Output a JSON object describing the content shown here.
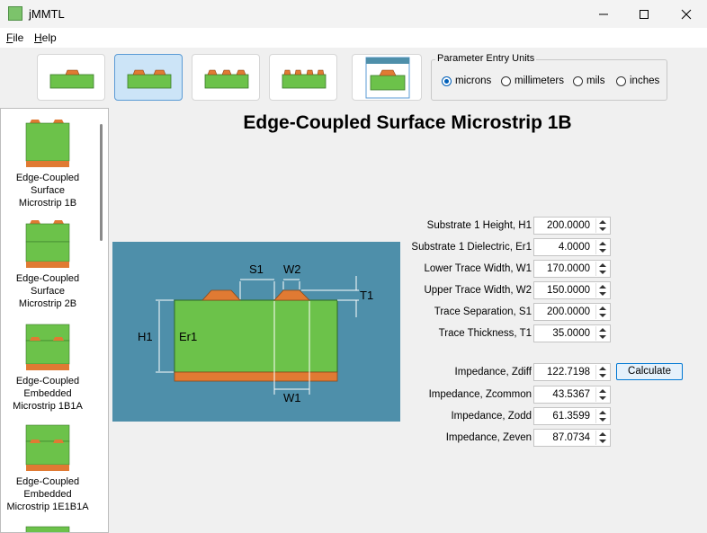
{
  "window": {
    "title": "jMMTL"
  },
  "menu": [
    {
      "label": "File",
      "underline": "F",
      "rest": "ile"
    },
    {
      "label": "Help",
      "underline": "H",
      "rest": "elp"
    }
  ],
  "units": {
    "legend": "Parameter Entry Units",
    "options": [
      "microns",
      "millimeters",
      "mils",
      "inches"
    ],
    "selected": "microns"
  },
  "sidebar": {
    "items": [
      {
        "label": "Edge-Coupled Surface Microstrip 1B",
        "lines": [
          "Edge-Coupled",
          "Surface",
          "Microstrip 1B"
        ]
      },
      {
        "label": "Edge-Coupled Surface Microstrip 2B",
        "lines": [
          "Edge-Coupled",
          "Surface",
          "Microstrip 2B"
        ]
      },
      {
        "label": "Edge-Coupled Embedded Microstrip 1B1A",
        "lines": [
          "Edge-Coupled",
          "Embedded",
          "Microstrip 1B1A"
        ]
      },
      {
        "label": "Edge-Coupled Embedded Microstrip 1E1B1A",
        "lines": [
          "Edge-Coupled",
          "Embedded",
          "Microstrip 1E1B1A"
        ]
      }
    ]
  },
  "main": {
    "title": "Edge-Coupled Surface Microstrip 1B"
  },
  "diagram": {
    "labels": {
      "s1": "S1",
      "w2": "W2",
      "t1": "T1",
      "h1": "H1",
      "er1": "Er1",
      "w1": "W1"
    }
  },
  "params": [
    {
      "label": "Substrate 1 Height, H1",
      "value": "200.0000"
    },
    {
      "label": "Substrate 1 Dielectric, Er1",
      "value": "4.0000"
    },
    {
      "label": "Lower Trace Width, W1",
      "value": "170.0000"
    },
    {
      "label": "Upper Trace Width, W2",
      "value": "150.0000"
    },
    {
      "label": "Trace Separation, S1",
      "value": "200.0000"
    },
    {
      "label": "Trace Thickness, T1",
      "value": "35.0000"
    }
  ],
  "results": [
    {
      "label": "Impedance, Zdiff",
      "value": "122.7198"
    },
    {
      "label": "Impedance, Zcommon",
      "value": "43.5367"
    },
    {
      "label": "Impedance, Zodd",
      "value": "61.3599"
    },
    {
      "label": "Impedance, Zeven",
      "value": "87.0734"
    }
  ],
  "calculate_label": "Calculate",
  "colors": {
    "substrate": "#6cc24a",
    "trace": "#e07a33",
    "diagram_bg": "#4e8faa",
    "accent": "#005fb8"
  }
}
